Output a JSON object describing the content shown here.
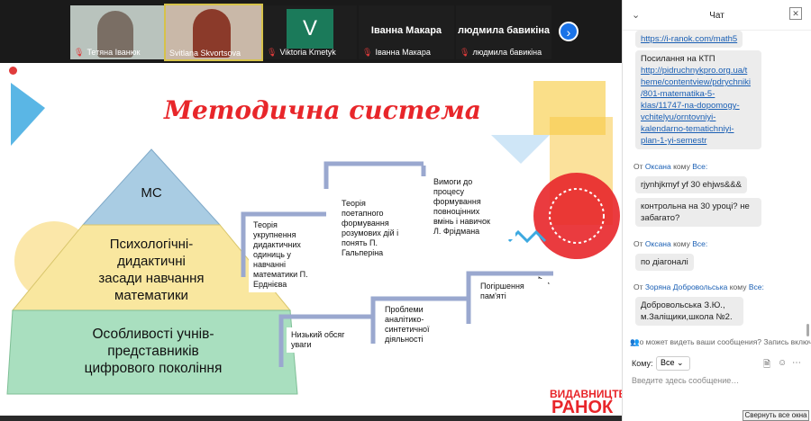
{
  "participants": [
    {
      "name": "Тетяна Іванюк",
      "muted": true
    },
    {
      "name": "Svitlana Skvortsova",
      "muted": false
    },
    {
      "name": "Viktoria Kmetyk",
      "muted": true,
      "avatar_letter": "V"
    },
    {
      "name": "Іванна Макара",
      "muted": true
    },
    {
      "name": "людмила бавикіна",
      "muted": true
    }
  ],
  "slide": {
    "title": "Методична система",
    "pyramid": {
      "top": "МС",
      "middle": "Психологічні-\nдидактичні\nзасади навчання\nматематики",
      "bottom": "Особливості учнів-\nпредставників\nцифрового покоління"
    },
    "upper_steps": [
      "Теорія\nукрупнення\nдидактичних\nодиниць у\nнавчанні\nматематики П.\nЕрднієва",
      "Теорія\nпоетапного\nформування\nрозумових дій і\nпонять П.\nГальперіна",
      "Вимоги до\nпроцесу\nформування\nповноцінних\nвмінь і навичок\nЛ. Фрідмана"
    ],
    "lower_steps": [
      "Низький обсяг\nуваги",
      "Проблеми\nаналітико-\nсинтетичної\nдіяльності",
      "Погіршення\nпам'яті"
    ],
    "publisher_line1": "ВИДАВНИЦТВО",
    "publisher_line2": "РАНОК"
  },
  "chat": {
    "title": "Чат",
    "link1": "https://i-ranok.com/math5",
    "ktp_label": "Посилання на КТП",
    "ktp_link": "http://pidruchnykpro.org.ua/theme/contentview/pdrychniki/801-matematika-5-klas/11747-na-dopomogy-vchitelyu/orntovniyi-kalendarno-tematichniyi-plan-1-yi-semestr",
    "ktp_link_lines": [
      "http://pidruchnykpro.org.ua/t",
      "heme/contentview/pdrychniki",
      "/801-matematika-5-",
      "klas/11747-na-dopomogy-",
      "vchitelyu/orntovniyi-",
      "kalendarno-tematichniyi-",
      "plan-1-yi-semestr"
    ],
    "messages": [
      {
        "from_prefix": "От",
        "from": "Оксана",
        "to_prefix": "кому",
        "to": "Все:",
        "texts": [
          "rjynhjkmyf yf 30 ehjws&&&",
          "контрольна на 30 уроці? не\nзабагато?"
        ]
      },
      {
        "from_prefix": "От",
        "from": "Оксана",
        "to_prefix": "кому",
        "to": "Все:",
        "texts": [
          "по діагоналі"
        ]
      },
      {
        "from_prefix": "От",
        "from": "Зоряна Добровольська",
        "to_prefix": "кому",
        "to": "Все:",
        "texts": [
          "Добровольська З.Ю.,\nм.Заліщики,школа №2."
        ]
      }
    ],
    "visibility_notice": "о может видеть ваши сообщения? Запись включе",
    "to_label": "Кому:",
    "to_value": "Все",
    "input_placeholder": "Введите здесь сообщение…",
    "collapse_label": "Свернуть все окна"
  },
  "colors": {
    "title_red": "#e8262a",
    "pyramid_top": "#a9cce3",
    "pyramid_mid": "#f9e79f",
    "pyramid_bottom": "#a9dfbf",
    "step_shadow": "#9aa8cf",
    "accent_yellow": "#f7c948",
    "accent_blue": "#3da9e0"
  }
}
